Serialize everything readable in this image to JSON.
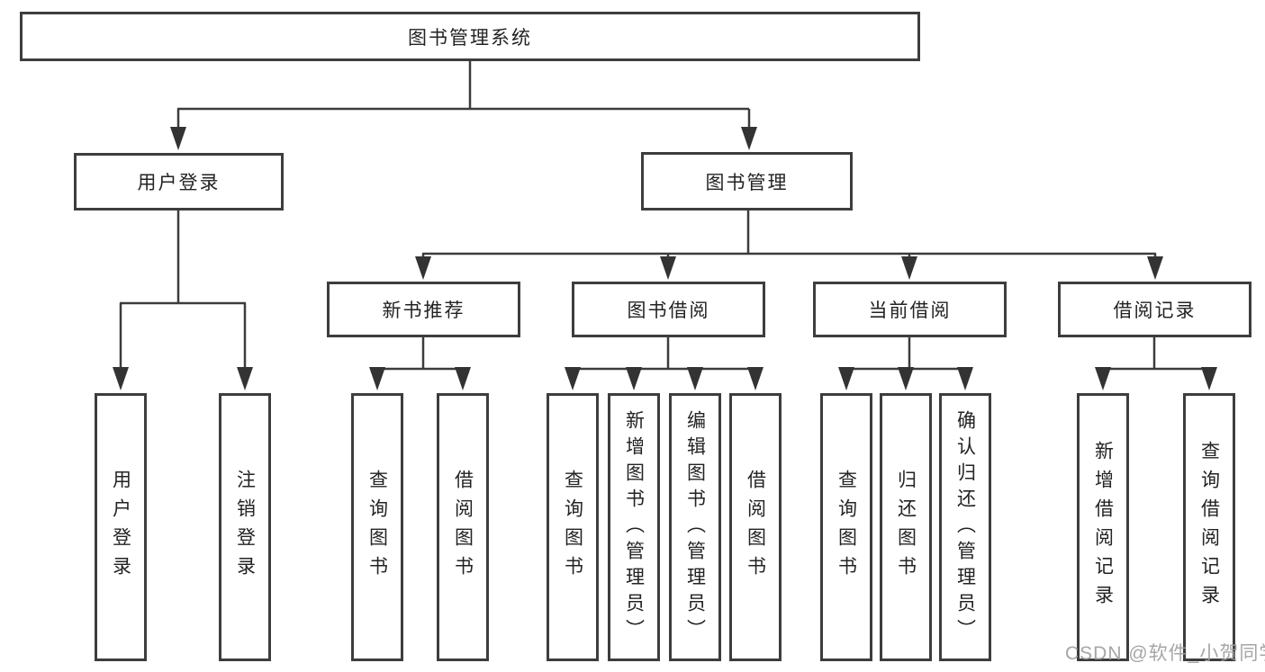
{
  "diagram": {
    "tree": {
      "label": "图书管理系统",
      "children": [
        {
          "label": "用户登录",
          "children": [
            {
              "label": "用户登录"
            },
            {
              "label": "注销登录"
            }
          ]
        },
        {
          "label": "图书管理",
          "children": [
            {
              "label": "新书推荐",
              "children": [
                {
                  "label": "查询图书"
                },
                {
                  "label": "借阅图书"
                }
              ]
            },
            {
              "label": "图书借阅",
              "children": [
                {
                  "label": "查询图书"
                },
                {
                  "label": "新增图书（管理员）"
                },
                {
                  "label": "编辑图书（管理员）"
                },
                {
                  "label": "借阅图书"
                }
              ]
            },
            {
              "label": "当前借阅",
              "children": [
                {
                  "label": "查询图书"
                },
                {
                  "label": "归还图书"
                },
                {
                  "label": "确认归还（管理员）"
                }
              ]
            },
            {
              "label": "借阅记录",
              "children": [
                {
                  "label": "新增借阅记录"
                },
                {
                  "label": "查询借阅记录"
                }
              ]
            }
          ]
        }
      ]
    },
    "colors": {
      "line": "#3c3c3c",
      "box_border": "#3d3d3d",
      "text": "#232323",
      "background": "#ffffff",
      "watermark": "#9e9e9e"
    }
  },
  "watermark": {
    "text": "CSDN @软件_小贺同学"
  }
}
